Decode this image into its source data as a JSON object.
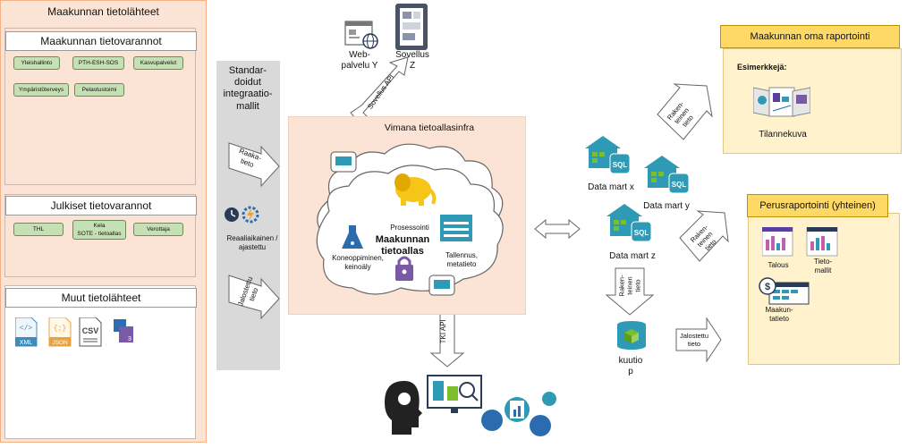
{
  "left": {
    "title": "Maakunnan tietolähteet",
    "registers": {
      "title": "Maakunnan tietovarannot",
      "items": [
        "Yleishallinto",
        "PTH-ESH-SOS",
        "Kasvupalvelut",
        "Ympäristöterveys",
        "Pelastustoimi"
      ]
    },
    "public": {
      "title": "Julkiset tietovarannot",
      "items": [
        "THL",
        "Kela",
        "SOTE - tietoallas",
        "Verottaja"
      ]
    },
    "other": {
      "title": "Muut tietolähteet",
      "icons": [
        "XML",
        "JSON",
        "CSV",
        "3"
      ]
    }
  },
  "integration": {
    "title_lines": [
      "Standar-",
      "doidut",
      "integraatio-",
      "mallit"
    ],
    "raw_arrow": "Raaka-tieto",
    "realtime_lines": [
      "Reaaliaikainen /",
      "ajastettu"
    ],
    "refined_arrow_lines": [
      "Jalostettu",
      "tieto"
    ]
  },
  "top": {
    "web_lines": [
      "Web-",
      "palvelu Y"
    ],
    "app_lines": [
      "Sovellus",
      "Z"
    ],
    "app_api": "Sovellus API"
  },
  "infra": {
    "title": "Vimana tietoallasinfra",
    "processing": "Prosessointi",
    "lake_lines": [
      "Maakunnan",
      "tietoallas"
    ],
    "ml_lines": [
      "Koneoppiminen,",
      "keinoäly"
    ],
    "storage_lines": [
      "Tallennus,",
      "metatieto"
    ],
    "tki_api": "TKI API",
    "sql": "SQL"
  },
  "marts": {
    "x": "Data mart x",
    "y": "Data mart y",
    "z": "Data mart z",
    "cube_lines": [
      "kuutio",
      "p"
    ],
    "structured_lines": [
      "Raken-",
      "teinen",
      "tieto"
    ],
    "refined_lines": [
      "Jalostettu",
      "tieto"
    ]
  },
  "reporting": {
    "own_title": "Maakunnan oma raportointi",
    "examples": "Esimerkkejä:",
    "situation": "Tilannekuva",
    "basic_title": "Perusraportointi (yhteinen)",
    "economy": "Talous",
    "data_models_lines": [
      "Tieto-",
      "mallit"
    ],
    "regional_lines": [
      "Maakun-",
      "tatieto"
    ]
  },
  "colors": {
    "left_bg": "#fbe4d5",
    "pill_green": "#c5e0b4",
    "grey_column": "#d9d9d9",
    "report_yellow": "#ffd966",
    "report_bg": "#fff2cc",
    "icon_teal": "#2e9ab5",
    "icon_green": "#7bbd2b"
  }
}
